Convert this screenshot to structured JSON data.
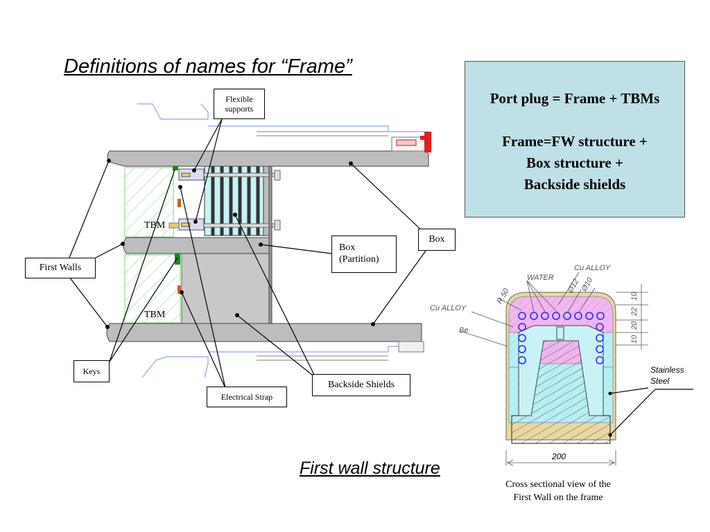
{
  "titles": {
    "frame": "Definitions of names for “Frame”",
    "first_wall": "First wall structure"
  },
  "info_box": {
    "line1": "Port plug = Frame + TBMs",
    "line2": "Frame=FW structure +",
    "line3": "Box structure +",
    "line4": "Backside shields"
  },
  "labels": {
    "flexible_supports": [
      "Flexible",
      "supports"
    ],
    "first_walls": "First Walls",
    "keys": "Keys",
    "electrical_strap": "Electrical Strap",
    "backside_shields": "Backside Shields",
    "box_partition": [
      "Box",
      "(Partition)"
    ],
    "box": "Box",
    "tbm_upper": "TBM",
    "tbm_lower": "TBM"
  },
  "cross_section": {
    "water": "WATER",
    "cu_alloy_top": "Cu ALLOY",
    "cu_alloy_left": "Cu ALLOY",
    "be": "Be",
    "r50": "R.50",
    "d12": "Ø12",
    "d10": "Ø10",
    "dim_10a": "10",
    "dim_22a": "22",
    "dim_20": "20",
    "dim_10b": "10",
    "stainless_steel": [
      "Stainless",
      "Steel"
    ],
    "width_200": "200",
    "caption": [
      "Cross sectional view of the",
      "First Wall on the frame"
    ]
  },
  "colors": {
    "steel_gray": "#bdbdbd",
    "info_bg": "#bfe0e6",
    "hatch_green": "#7fd67f",
    "cyan": "#b8f0f4",
    "pink": "#f0b8f0",
    "red_flange": "#e02020",
    "coolant_blue": "#2a2aff"
  }
}
